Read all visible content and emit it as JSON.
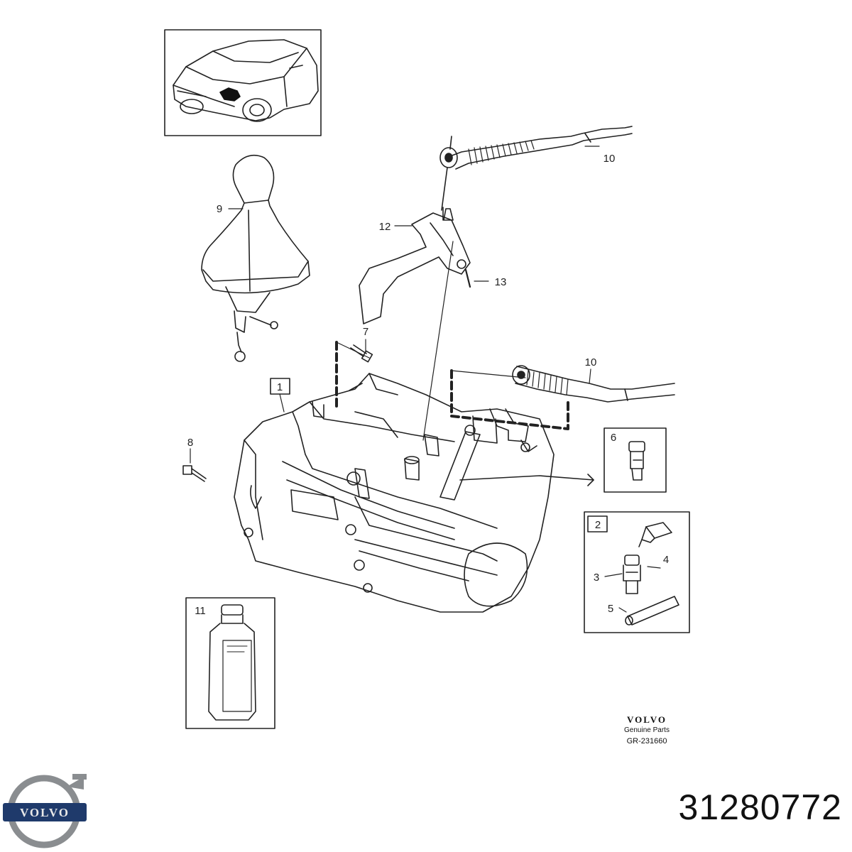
{
  "diagram": {
    "callouts": {
      "c1": "1",
      "c2": "2",
      "c3": "3",
      "c4": "4",
      "c5": "5",
      "c6": "6",
      "c7": "7",
      "c8": "8",
      "c9": "9",
      "c10a": "10",
      "c10b": "10",
      "c11": "11",
      "c12": "12",
      "c13": "13"
    },
    "brand_word": "VOLVO",
    "genuine_parts": "Genuine Parts",
    "drawing_ref": "GR-231660"
  },
  "logo": {
    "text": "VOLVO",
    "ring_color": "#8a8d90",
    "band_color": "#1f3a6b"
  },
  "part_number": "31280772"
}
